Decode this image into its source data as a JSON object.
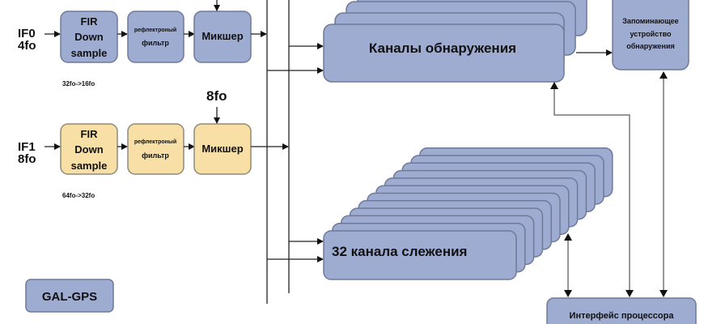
{
  "colors": {
    "blue_block": "#9eacd2",
    "tan_block": "#f7dfa6"
  },
  "if0": {
    "label_line1": "IF0",
    "label_line2": "4fo",
    "fir": [
      "FIR",
      "Down",
      "sample"
    ],
    "filter_line1": "рефлектроный",
    "filter_line2": "фильтр",
    "mixer": "Микшер",
    "rate": "32fo->16fo"
  },
  "if1": {
    "label_line1": "IF1",
    "label_line2": "8fo",
    "fir": [
      "FIR",
      "Down",
      "sample"
    ],
    "filter_line1": "рефлектроный",
    "filter_line2": "фильтр",
    "mixer": "Микшер",
    "rate": "64fo->32fo",
    "lo": "8fo"
  },
  "detection": {
    "label": "Каналы обнаружения"
  },
  "memory": {
    "lines": [
      "Запоминающее",
      "устройство",
      "обнаружения"
    ]
  },
  "tracking": {
    "label": "32 канала слежения"
  },
  "cpu_interface": {
    "label": "Интерфейс процессора"
  },
  "badge": {
    "label": "GAL-GPS"
  }
}
